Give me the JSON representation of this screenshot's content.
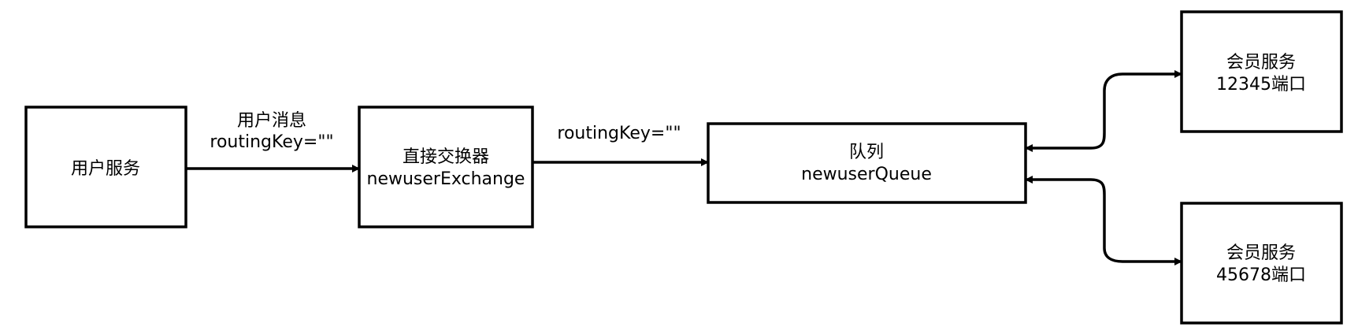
{
  "nodes": {
    "user_service": {
      "label": "用户服务"
    },
    "exchange": {
      "line1": "直接交换器",
      "line2": "newuserExchange"
    },
    "queue": {
      "line1": "队列",
      "line2": "newuserQueue"
    },
    "member_a": {
      "line1": "会员服务",
      "line2": "12345端口"
    },
    "member_b": {
      "line1": "会员服务",
      "line2": "45678端口"
    }
  },
  "edges": {
    "user_to_exchange": {
      "line1": "用户消息",
      "line2": "routingKey=\"\""
    },
    "exchange_to_queue": {
      "label": "routingKey=\"\""
    }
  },
  "colors": {
    "stroke": "#000000",
    "fill": "#ffffff"
  }
}
